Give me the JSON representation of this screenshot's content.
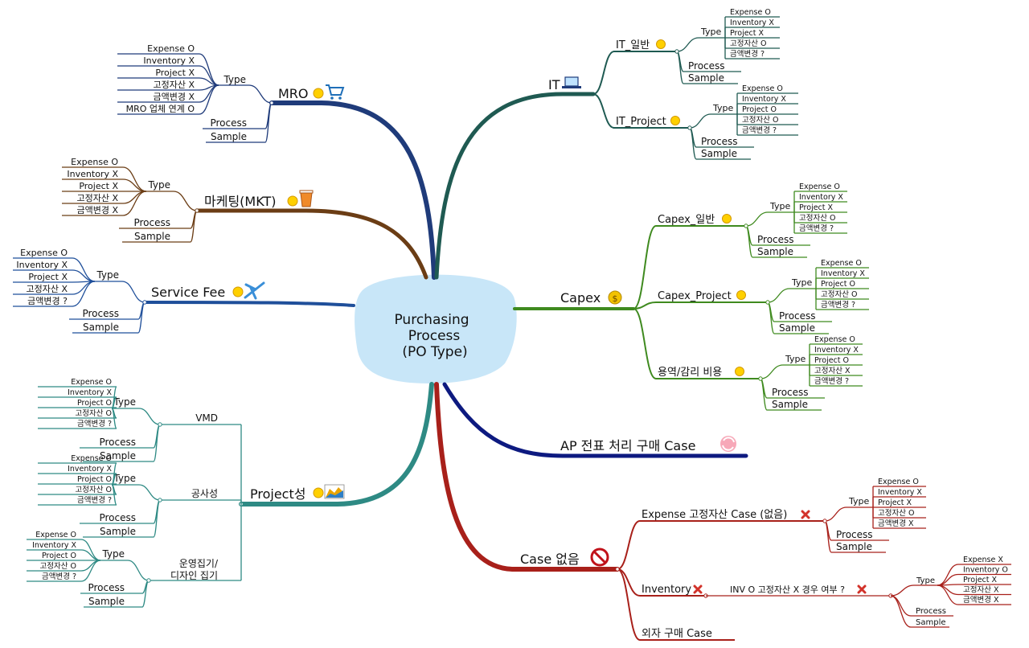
{
  "center": {
    "lines": [
      "Purchasing",
      "Process",
      "(PO Type)"
    ]
  },
  "labels": {
    "type": "Type",
    "process": "Process",
    "sample": "Sample",
    "expense_o": "Expense O",
    "expense_x": "Expense X",
    "inventory_o": "Inventory O",
    "inventory_x": "Inventory X",
    "project_o": "Project O",
    "project_x": "Project X",
    "fixed_o": "고정자산 O",
    "fixed_x": "고정자산 X",
    "amount_q": "금액변경 ?",
    "amount_x": "금액변경 X",
    "mro_vendor": "MRO 업체 연계 O"
  },
  "branches": {
    "mro": "MRO",
    "mkt": "마케팅(MKT)",
    "service": "Service Fee",
    "project": "Project성",
    "it": "IT",
    "capex": "Capex",
    "ap": "AP 전표 처리 구매 Case",
    "nocase": "Case 없음"
  },
  "sub": {
    "vmd": "VMD",
    "construction": "공사성",
    "ops1": "운영집기/",
    "ops2": "디자인 집기",
    "it_general": "IT_일반",
    "it_project": "IT_Project",
    "capex_general": "Capex_일반",
    "capex_project": "Capex_Project",
    "capex_service": "용역/감리 비용",
    "expense_fixed": "Expense 고정자산 Case (없음)",
    "inventory": "Inventory",
    "inv_question": "INV O 고정자산 X 경우 여부 ?",
    "outsourcing": "외자 구매 Case"
  },
  "colors": {
    "mro": "#1f3b7a",
    "mkt": "#6b3d15",
    "service": "#1f4f9a",
    "project": "#2e8a84",
    "it": "#1f5a52",
    "capex": "#3f8a1f",
    "ap": "#0d1a80",
    "nocase": "#a8201a",
    "cloud": "#c8e6f8"
  }
}
